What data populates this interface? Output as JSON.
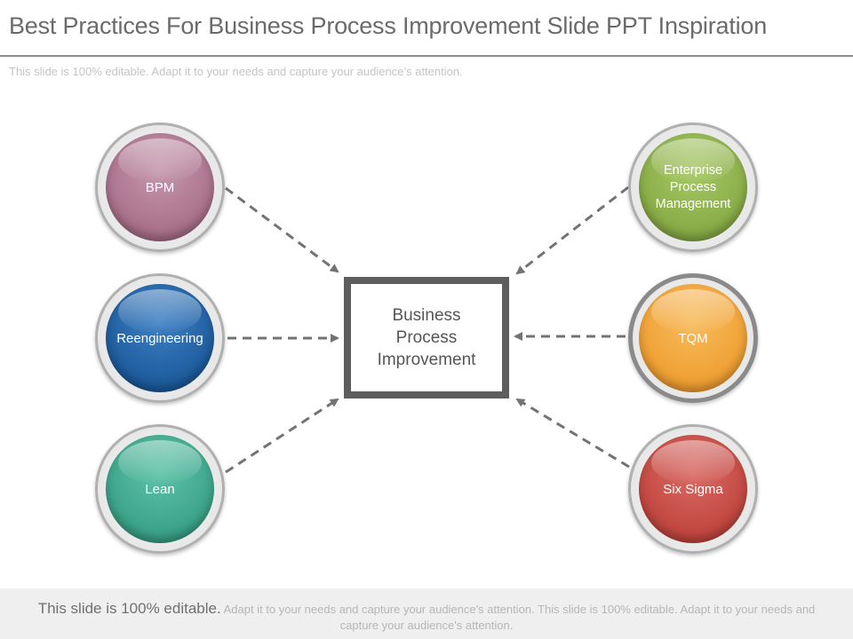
{
  "slide": {
    "title": "Best Practices For Business Process Improvement Slide PPT Inspiration",
    "subtitle": "This slide is 100% editable. Adapt it to your needs and capture your audience’s attention."
  },
  "diagram": {
    "center": {
      "label": "Business Process Improvement"
    },
    "nodes": [
      {
        "label": "BPM",
        "color": "#b07a95"
      },
      {
        "label": "Reengineering",
        "color": "#1f5fa0"
      },
      {
        "label": "Lean",
        "color": "#3ea88e"
      },
      {
        "label": "Enterprise Process Management",
        "color": "#8ab04a"
      },
      {
        "label": "TQM",
        "color": "#f0a43a"
      },
      {
        "label": "Six Sigma",
        "color": "#c44a45"
      }
    ],
    "connector_color": "#737373"
  },
  "footer": {
    "lead": "This slide is 100% editable.",
    "rest": " Adapt it to your needs and capture your audience's attention. This slide is 100% editable. Adapt it to your needs and capture your audience's attention."
  }
}
